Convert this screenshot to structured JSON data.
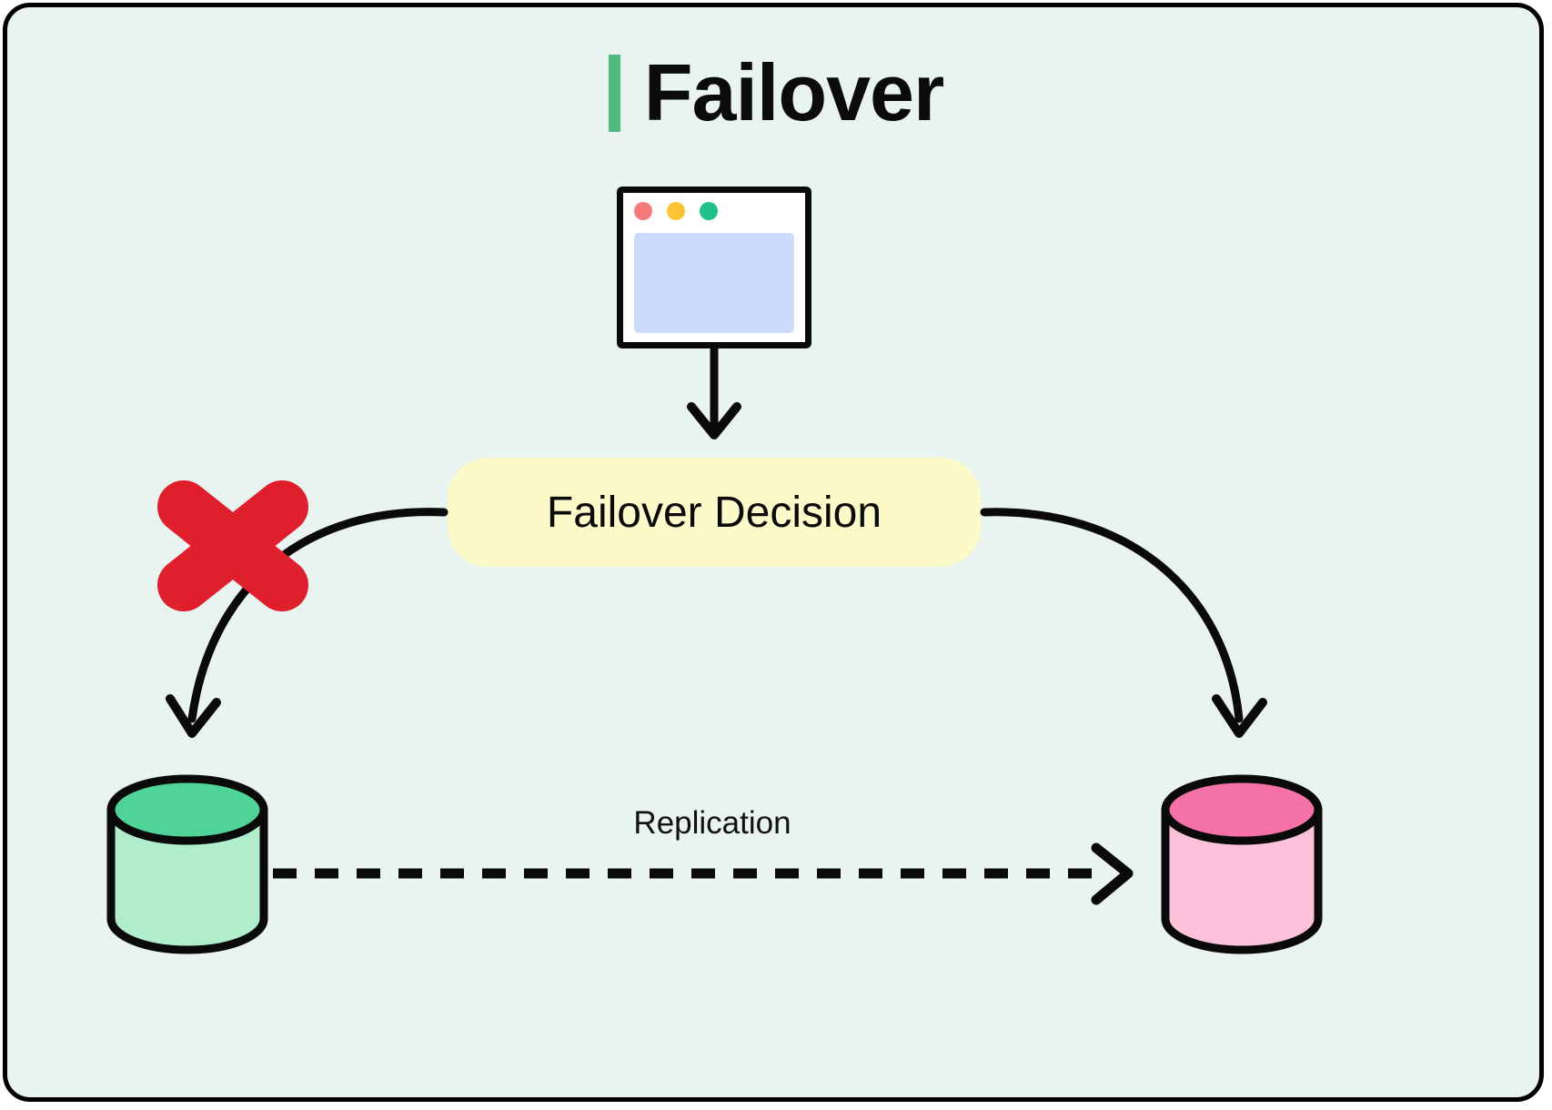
{
  "page": {
    "background_color": "#e9f3ef",
    "border_color": "#000000"
  },
  "header": {
    "accent_bar_color": "#4fb980",
    "title": "Failover"
  },
  "client": {
    "icon": "browser-window-icon",
    "traffic_lights": [
      {
        "name": "close-dot",
        "color": "#f47b7b"
      },
      {
        "name": "minimize-dot",
        "color": "#fbc335"
      },
      {
        "name": "maximize-dot",
        "color": "#20c08d"
      }
    ],
    "viewport_color": "#ccdbfb"
  },
  "decision": {
    "label": "Failover Decision",
    "fill_color": "#fcfac8"
  },
  "markers": {
    "failure_x": {
      "name": "red-x-icon",
      "color": "#e01f2d"
    }
  },
  "databases": [
    {
      "name": "primary-database",
      "side": "left",
      "top_color": "#4fd397",
      "body_color": "#b0edcb",
      "status": "failed"
    },
    {
      "name": "standby-database",
      "side": "right",
      "top_color": "#f472a8",
      "body_color": "#fbc2da",
      "status": "promoted"
    }
  ],
  "connections": [
    {
      "name": "client-to-decision",
      "style": "solid",
      "arrow": true,
      "from": "client",
      "to": "decision"
    },
    {
      "name": "decision-to-primary",
      "style": "solid-curve",
      "arrow": true,
      "from": "decision",
      "to": "primary-database",
      "blocked": true
    },
    {
      "name": "decision-to-standby",
      "style": "solid-curve",
      "arrow": true,
      "from": "decision",
      "to": "standby-database"
    },
    {
      "name": "replication-link",
      "style": "dashed",
      "arrow": true,
      "label": "Replication",
      "from": "primary-database",
      "to": "standby-database"
    }
  ],
  "labels": {
    "replication": "Replication"
  }
}
